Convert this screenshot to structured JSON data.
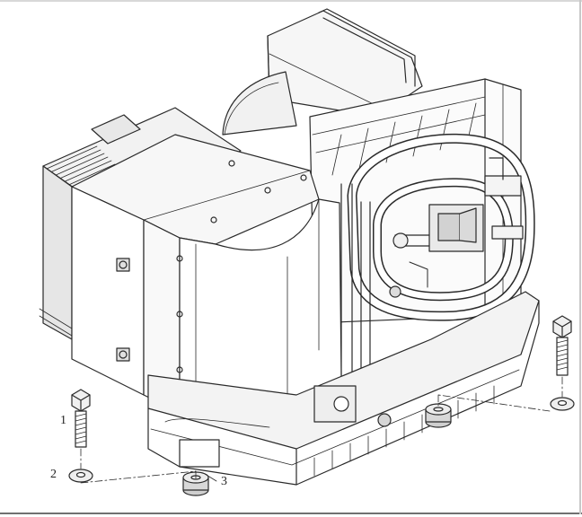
{
  "corner_glyph": "",
  "callouts": {
    "bolt": "1",
    "washer": "2",
    "foot": "3"
  },
  "colors": {
    "line": "#2a2a2a",
    "shade_light": "#f4f4f4",
    "shade_mid": "#e6e6e6",
    "shade_dark": "#cfcfcf"
  },
  "icons": [
    "heat-pump-unit-illustration",
    "bolt-icon",
    "washer-icon",
    "rubber-foot-icon"
  ]
}
